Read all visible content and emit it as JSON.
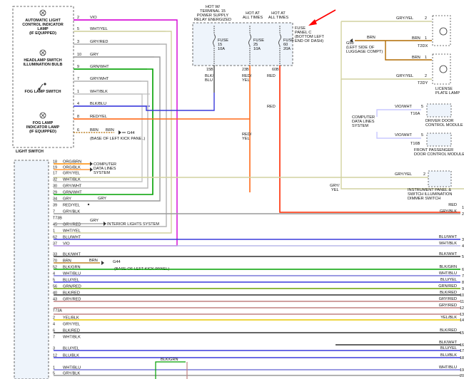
{
  "light_switch": {
    "title": "LIGHT SWITCH",
    "components": [
      {
        "id": "auto",
        "lines": [
          "AUTOMATIC LIGHT",
          "CONTROL INDICATOR",
          "LAMP",
          "(IF EQUIPPED)"
        ]
      },
      {
        "id": "headlamp",
        "lines": [
          "HEADLAMP SWITCH",
          "ILLUMINATION BULB"
        ]
      },
      {
        "id": "foglamp",
        "lines": [
          "FOG LAMP SWITCH"
        ]
      },
      {
        "id": "fogind",
        "lines": [
          "FOG LAMP",
          "INDICATOR LAMP",
          "(IF EQUIPPED)"
        ]
      }
    ],
    "wires": [
      {
        "pin": "2",
        "color": "VIO"
      },
      {
        "pin": "5",
        "color": "WHT/YEL"
      },
      {
        "pin": "3",
        "color": "GRY/RED"
      },
      {
        "pin": "10",
        "color": "GRY"
      },
      {
        "pin": "9",
        "color": "GRN/WHT"
      },
      {
        "pin": "7",
        "color": "GRY/WHT"
      },
      {
        "pin": "1",
        "color": "WHT/BLK"
      },
      {
        "pin": "4",
        "color": "BLK/BLU"
      },
      {
        "pin": "8",
        "color": "RED/YEL"
      },
      {
        "pin": "6",
        "color": "BRN"
      }
    ],
    "ground": {
      "wire": "BRN",
      "id": "G44",
      "desc": "(BASE OF LEFT KICK PANEL)"
    }
  },
  "fuse_panel": {
    "headers": [
      {
        "id": "h1",
        "lines": [
          "HOT W/",
          "TERMINAL 15",
          "POWER SUPPLY",
          "RELAY ENERGIZED"
        ]
      },
      {
        "id": "h2",
        "lines": [
          "HOT AT",
          "ALL TIMES"
        ]
      },
      {
        "id": "h3",
        "lines": [
          "HOT AT",
          "ALL TIMES"
        ]
      }
    ],
    "fuses": [
      {
        "name": "FUSE",
        "num": "15",
        "rating": "10A",
        "pin": "15B",
        "wire": "BLK/BLU"
      },
      {
        "name": "FUSE",
        "num": "25",
        "rating": "10A",
        "pin": "23B",
        "wire": "RED/YEL"
      },
      {
        "name": "FUSE",
        "num": "60",
        "rating": "20A",
        "pin": "60B",
        "wire": "RED"
      }
    ],
    "panel_label": [
      "FUSE",
      "PANEL C",
      "(BOTTOM LEFT",
      "END OF DASH)"
    ],
    "lower_wires": [
      "RED/YEL",
      "RED"
    ]
  },
  "right_components": {
    "license_lamp": {
      "label": [
        "LICENSE",
        "PLATE LAMP"
      ],
      "wires": [
        {
          "pin": "2",
          "color": "GRY/YEL"
        },
        {
          "pin": "1",
          "color": "BRN"
        },
        {
          "pin": "1",
          "color": "BRN"
        },
        {
          "pin": "2",
          "color": "GRY/YEL"
        }
      ],
      "connectors": [
        "T2DX",
        "T2DY"
      ]
    },
    "ground_g50": {
      "id": "G50",
      "wire": "BRN",
      "desc": [
        "(LEFT SIDE OF",
        "LUGGAGE COMPT)"
      ]
    },
    "data_lines": {
      "label": [
        "COMPUTER",
        "DATA LINES",
        "SYSTEM"
      ]
    },
    "driver_door": {
      "wire": "VIO/WHT",
      "pin": "5",
      "conn": "T16A",
      "label": [
        "DRIVER DOOR",
        "CONTROL MODULE"
      ]
    },
    "pass_door": {
      "wire": "VIO/WHT",
      "pin": "5",
      "conn": "T16B",
      "label": [
        "FRONT PASSENGER",
        "DOOR CONTROL MODULE"
      ]
    },
    "instrument": {
      "wire": "GRY/YEL",
      "pin": "2",
      "label": [
        "INSTRUMENT PANEL &",
        "SWITCH ILLUMINATION",
        "DIMMER SWITCH"
      ]
    },
    "gry_yel_vert": "GRY/\nYEL"
  },
  "lower_connector": {
    "rows": [
      {
        "pin": "18",
        "color": "ORG/BRN"
      },
      {
        "pin": "19",
        "color": "ORG/BLK"
      },
      {
        "pin": "17",
        "color": "GRY/YEL"
      },
      {
        "pin": "32",
        "color": "WHT/BLK"
      },
      {
        "pin": "30",
        "color": "GRY/WHT"
      },
      {
        "pin": "29",
        "color": "GRN/WHT"
      },
      {
        "pin": "34",
        "color": "GRY"
      },
      {
        "pin": "39",
        "color": "RED/YEL"
      },
      {
        "pin": "7",
        "color": "GRY/BLK"
      },
      {
        "pin": "T73B",
        "color": ""
      },
      {
        "pin": "45",
        "color": "GRY/RED"
      },
      {
        "pin": "1",
        "color": "WHT/YEL"
      },
      {
        "pin": "62",
        "color": "BLU/WHT"
      },
      {
        "pin": "37",
        "color": "VIO"
      },
      {
        "pin": "33",
        "color": "BLK/WHT"
      },
      {
        "pin": "70",
        "color": "BRN"
      },
      {
        "pin": "52",
        "color": "BLK/GRN"
      },
      {
        "pin": "4",
        "color": "WHT/BLU"
      },
      {
        "pin": "5",
        "color": "BLU/YEL"
      },
      {
        "pin": "56",
        "color": "GRN/RED"
      },
      {
        "pin": "40",
        "color": "BLK/RED"
      },
      {
        "pin": "43",
        "color": "GRY/RED"
      },
      {
        "pin": "T73A",
        "color": ""
      },
      {
        "pin": "2",
        "color": "YEL/BLK"
      },
      {
        "pin": "4",
        "color": "GRY/YEL"
      },
      {
        "pin": "6",
        "color": "BLK/RED"
      },
      {
        "pin": "7",
        "color": "WHT/BLK"
      },
      {
        "pin": "3",
        "color": "BLU/YEL"
      },
      {
        "pin": "12",
        "color": "BLU/BLK"
      },
      {
        "pin": "1",
        "color": "WHT/BLU"
      },
      {
        "pin": "5",
        "color": "GRY/BLK"
      }
    ],
    "data_lines": [
      "COMPUTER",
      "DATA LINES",
      "SYSTEM"
    ],
    "interior": "INTERIOR LIGHTS SYSTEM",
    "gry_mid": "GRY",
    "brn_mid": "BRN",
    "g44": "G44",
    "g44_desc": "(BASE OF LEFT KICK PANEL)",
    "blk_grn_mid": "BLK/GRN"
  },
  "right_edge": {
    "items": [
      {
        "label": "RED",
        "num": "1"
      },
      {
        "label": "GRY/BLK",
        "num": "2"
      },
      {
        "label": "BLU/WHT",
        "num": "3"
      },
      {
        "label": "WHT/BLK",
        "num": "4"
      },
      {
        "label": "BLK/WHT",
        "num": "5"
      },
      {
        "label": "BLK/GRN",
        "num": "6"
      },
      {
        "label": "WHT/BLU",
        "num": "7"
      },
      {
        "label": "BLU/YEL",
        "num": "8"
      },
      {
        "label": "GRN/RED",
        "num": "9"
      },
      {
        "label": "BLK/RED",
        "num": "10"
      },
      {
        "label": "GRY/RED",
        "num": "11"
      },
      {
        "label": "GRY/RED",
        "num": "12"
      },
      {
        "label": "",
        "num": "13"
      },
      {
        "label": "YEL/BLK",
        "num": "14"
      },
      {
        "label": "BLK/RED",
        "num": "15"
      },
      {
        "label": "BLK/WHT",
        "num": "16"
      },
      {
        "label": "BLU/YEL",
        "num": "17"
      },
      {
        "label": "BLU/BLK",
        "num": "18"
      },
      {
        "label": "WHT/BLU",
        "num": "19"
      },
      {
        "label": "",
        "num": "20"
      }
    ]
  },
  "colors": {
    "VIO": "#d400d4",
    "WHT": "#c8c89a",
    "GRY": "#9a9a9a",
    "GRN": "#00a000",
    "RED": "#ff2a00",
    "REDYEL": "#ff6a1a",
    "BLU": "#3a3adc",
    "BRN": "#b06a00",
    "BLK": "#303030",
    "YEL": "#e8c800",
    "ORG": "#ff8c00",
    "arrow": "#ff0000"
  }
}
